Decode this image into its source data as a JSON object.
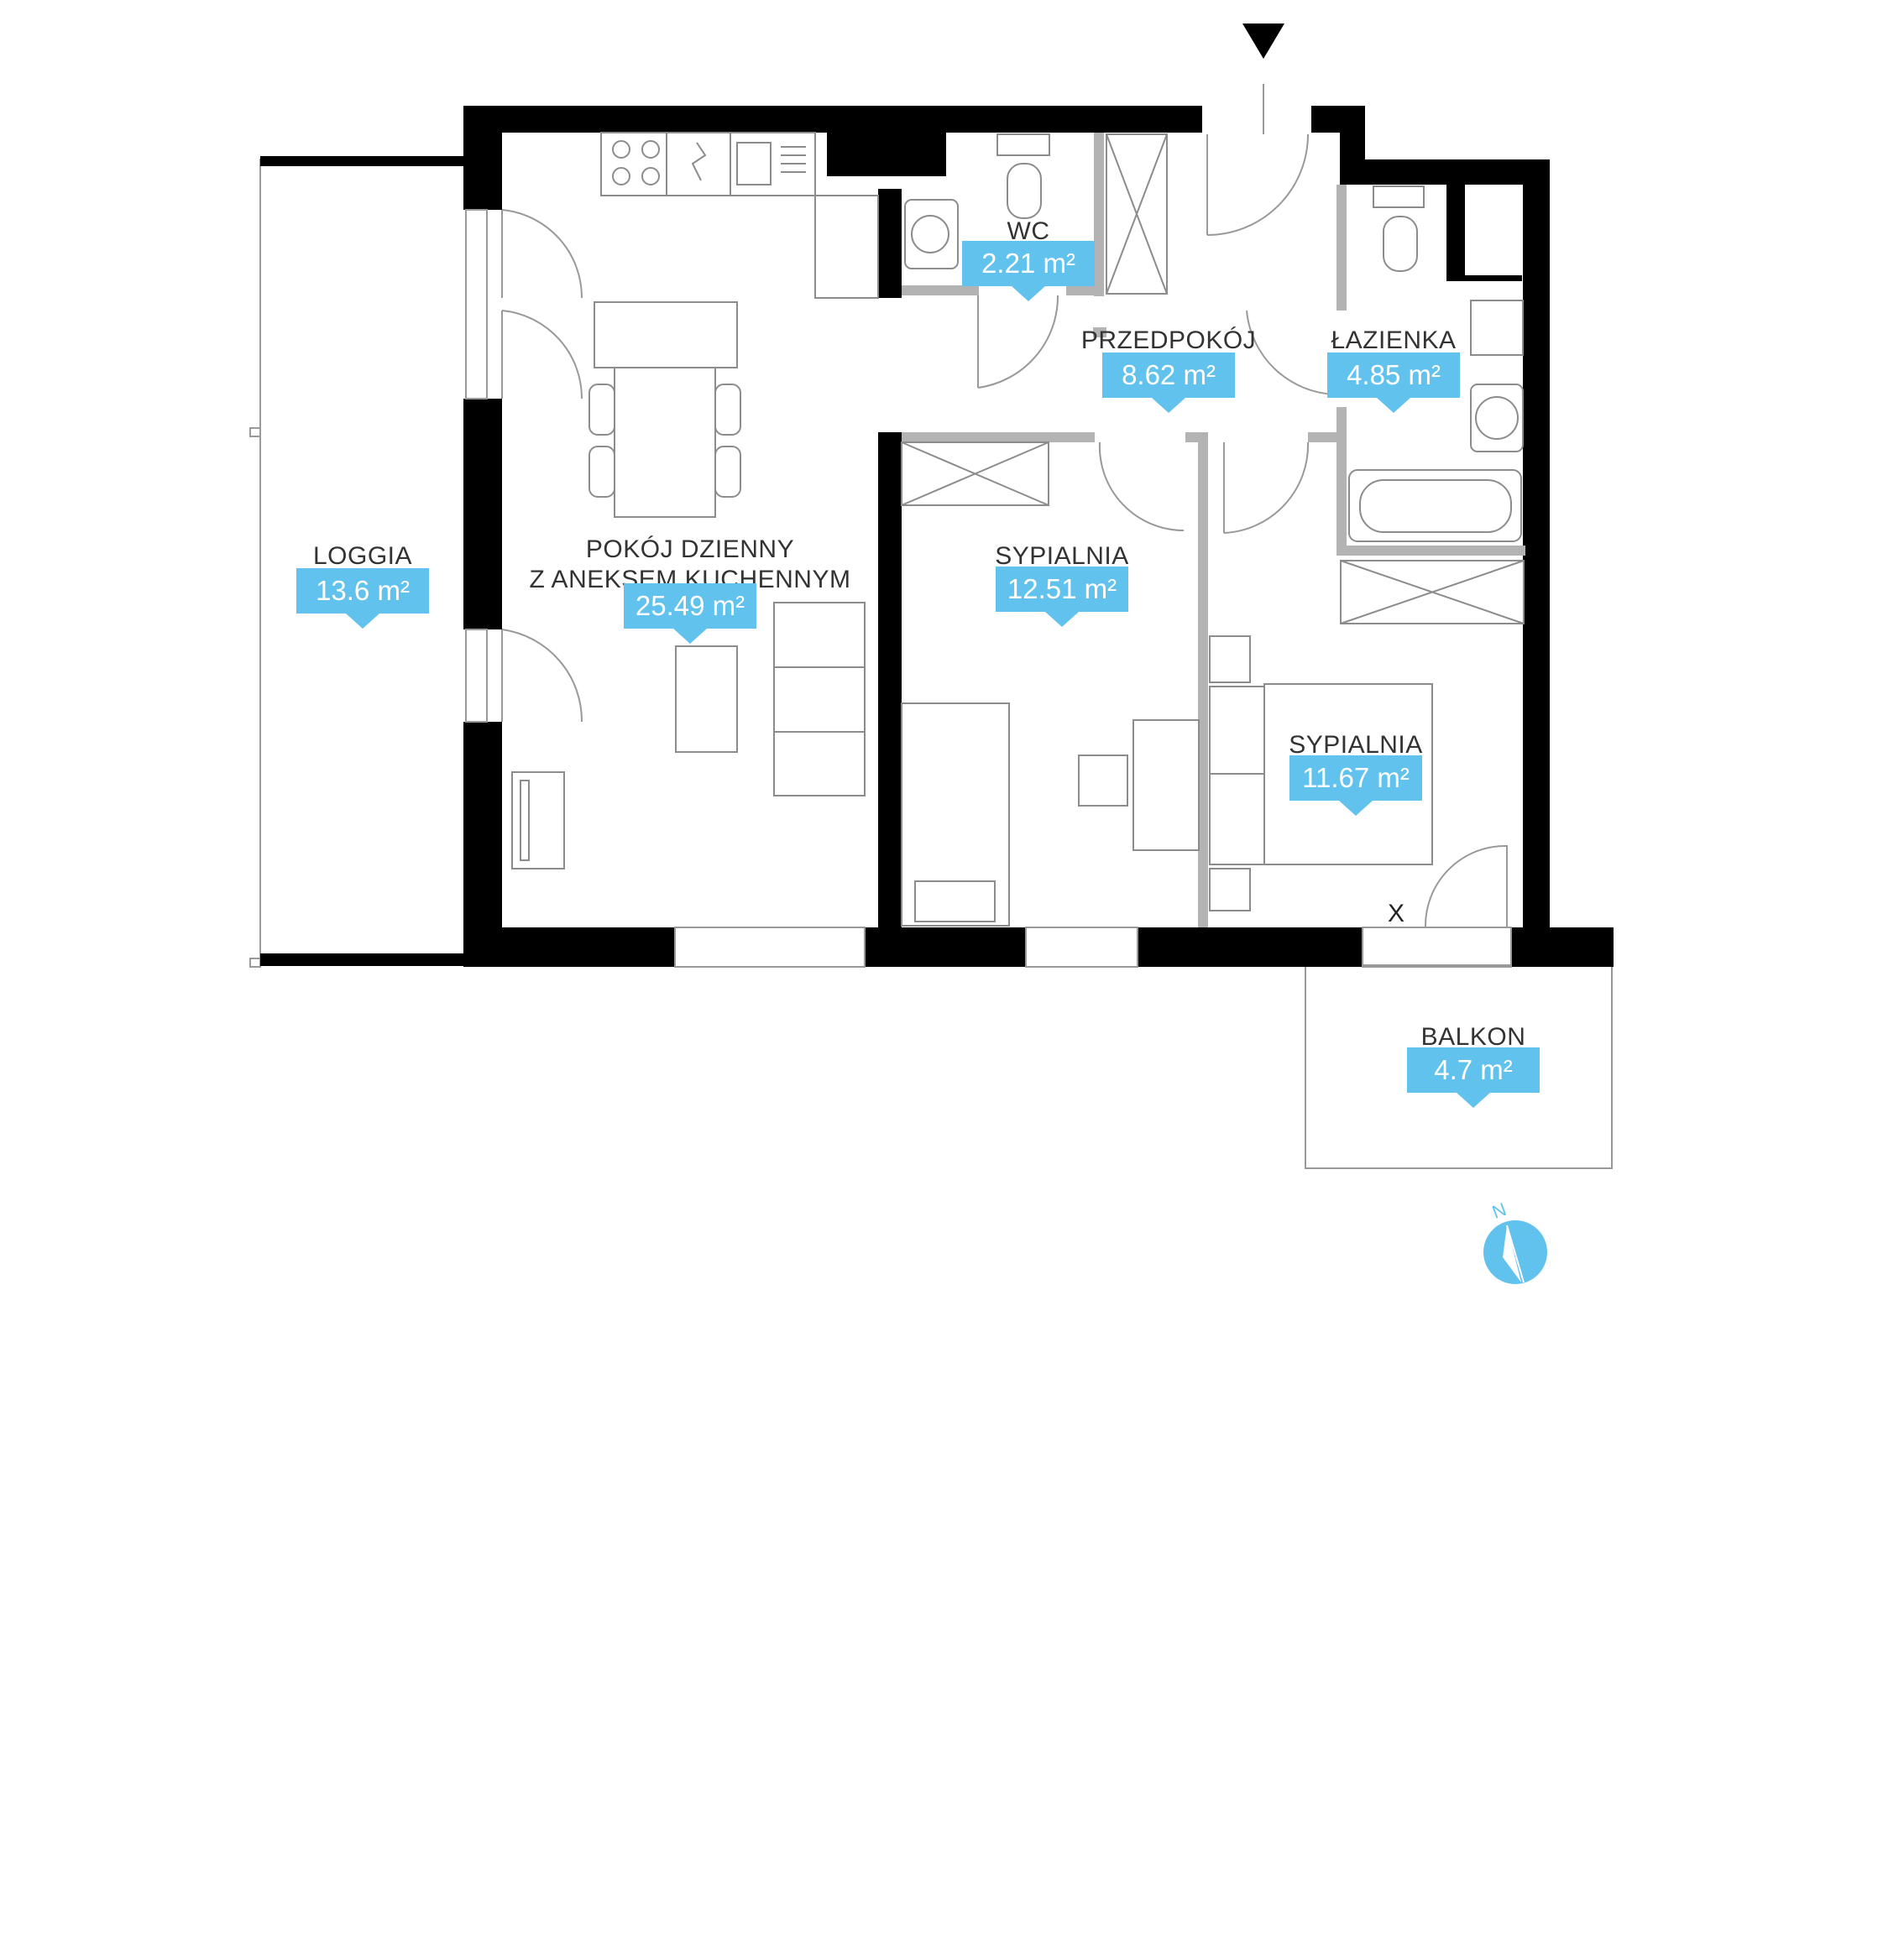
{
  "rooms": {
    "loggia": {
      "name": "LOGGIA",
      "area": "13.6 m²"
    },
    "living": {
      "name_line1": "POKÓJ DZIENNY",
      "name_line2": "Z ANEKSEM KUCHENNYM",
      "area": "25.49 m²"
    },
    "wc": {
      "name": "WC",
      "area": "2.21 m²"
    },
    "hall": {
      "name": "PRZEDPOKÓJ",
      "area": "8.62 m²"
    },
    "bathroom": {
      "name": "ŁAZIENKA",
      "area": "4.85 m²"
    },
    "bedroom1": {
      "name": "SYPIALNIA",
      "area": "12.51 m²"
    },
    "bedroom2": {
      "name": "SYPIALNIA",
      "area": "11.67 m²"
    },
    "balcony": {
      "name": "BALKON",
      "area": "4.7 m²"
    }
  },
  "marker_x": "X",
  "compass": {
    "label": "N"
  },
  "colors": {
    "wall": "#000000",
    "partition": "#b3b3b3",
    "furniture": "#8c8c8c",
    "accent": "#62c2ee"
  }
}
